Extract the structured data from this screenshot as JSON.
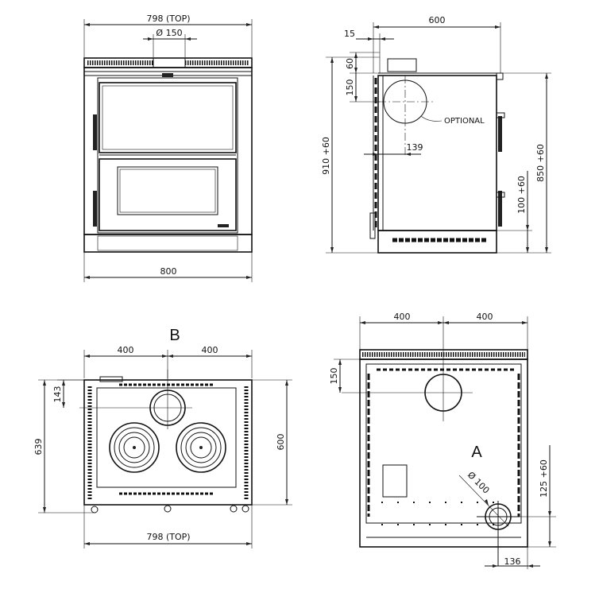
{
  "front": {
    "top_width": "798 (TOP)",
    "flue_dia": "Ø 150",
    "base_width": "800"
  },
  "side": {
    "depth": "600",
    "offset_15": "15",
    "dim_60": "60",
    "dim_150": "150",
    "optional": "OPTIONAL",
    "dim_139": "139",
    "height_total": "910 +60",
    "height_850": "850 +60",
    "height_100": "100 +60"
  },
  "top": {
    "view_label": "B",
    "left_400": "400",
    "right_400": "400",
    "dim_143": "143",
    "depth_639": "639",
    "depth_600": "600",
    "bottom_width": "798 (TOP)"
  },
  "rear": {
    "left_400": "400",
    "right_400": "400",
    "dim_150": "150",
    "view_label": "A",
    "air_dia": "Ø 100",
    "dim_125": "125 +60",
    "dim_136": "136"
  }
}
